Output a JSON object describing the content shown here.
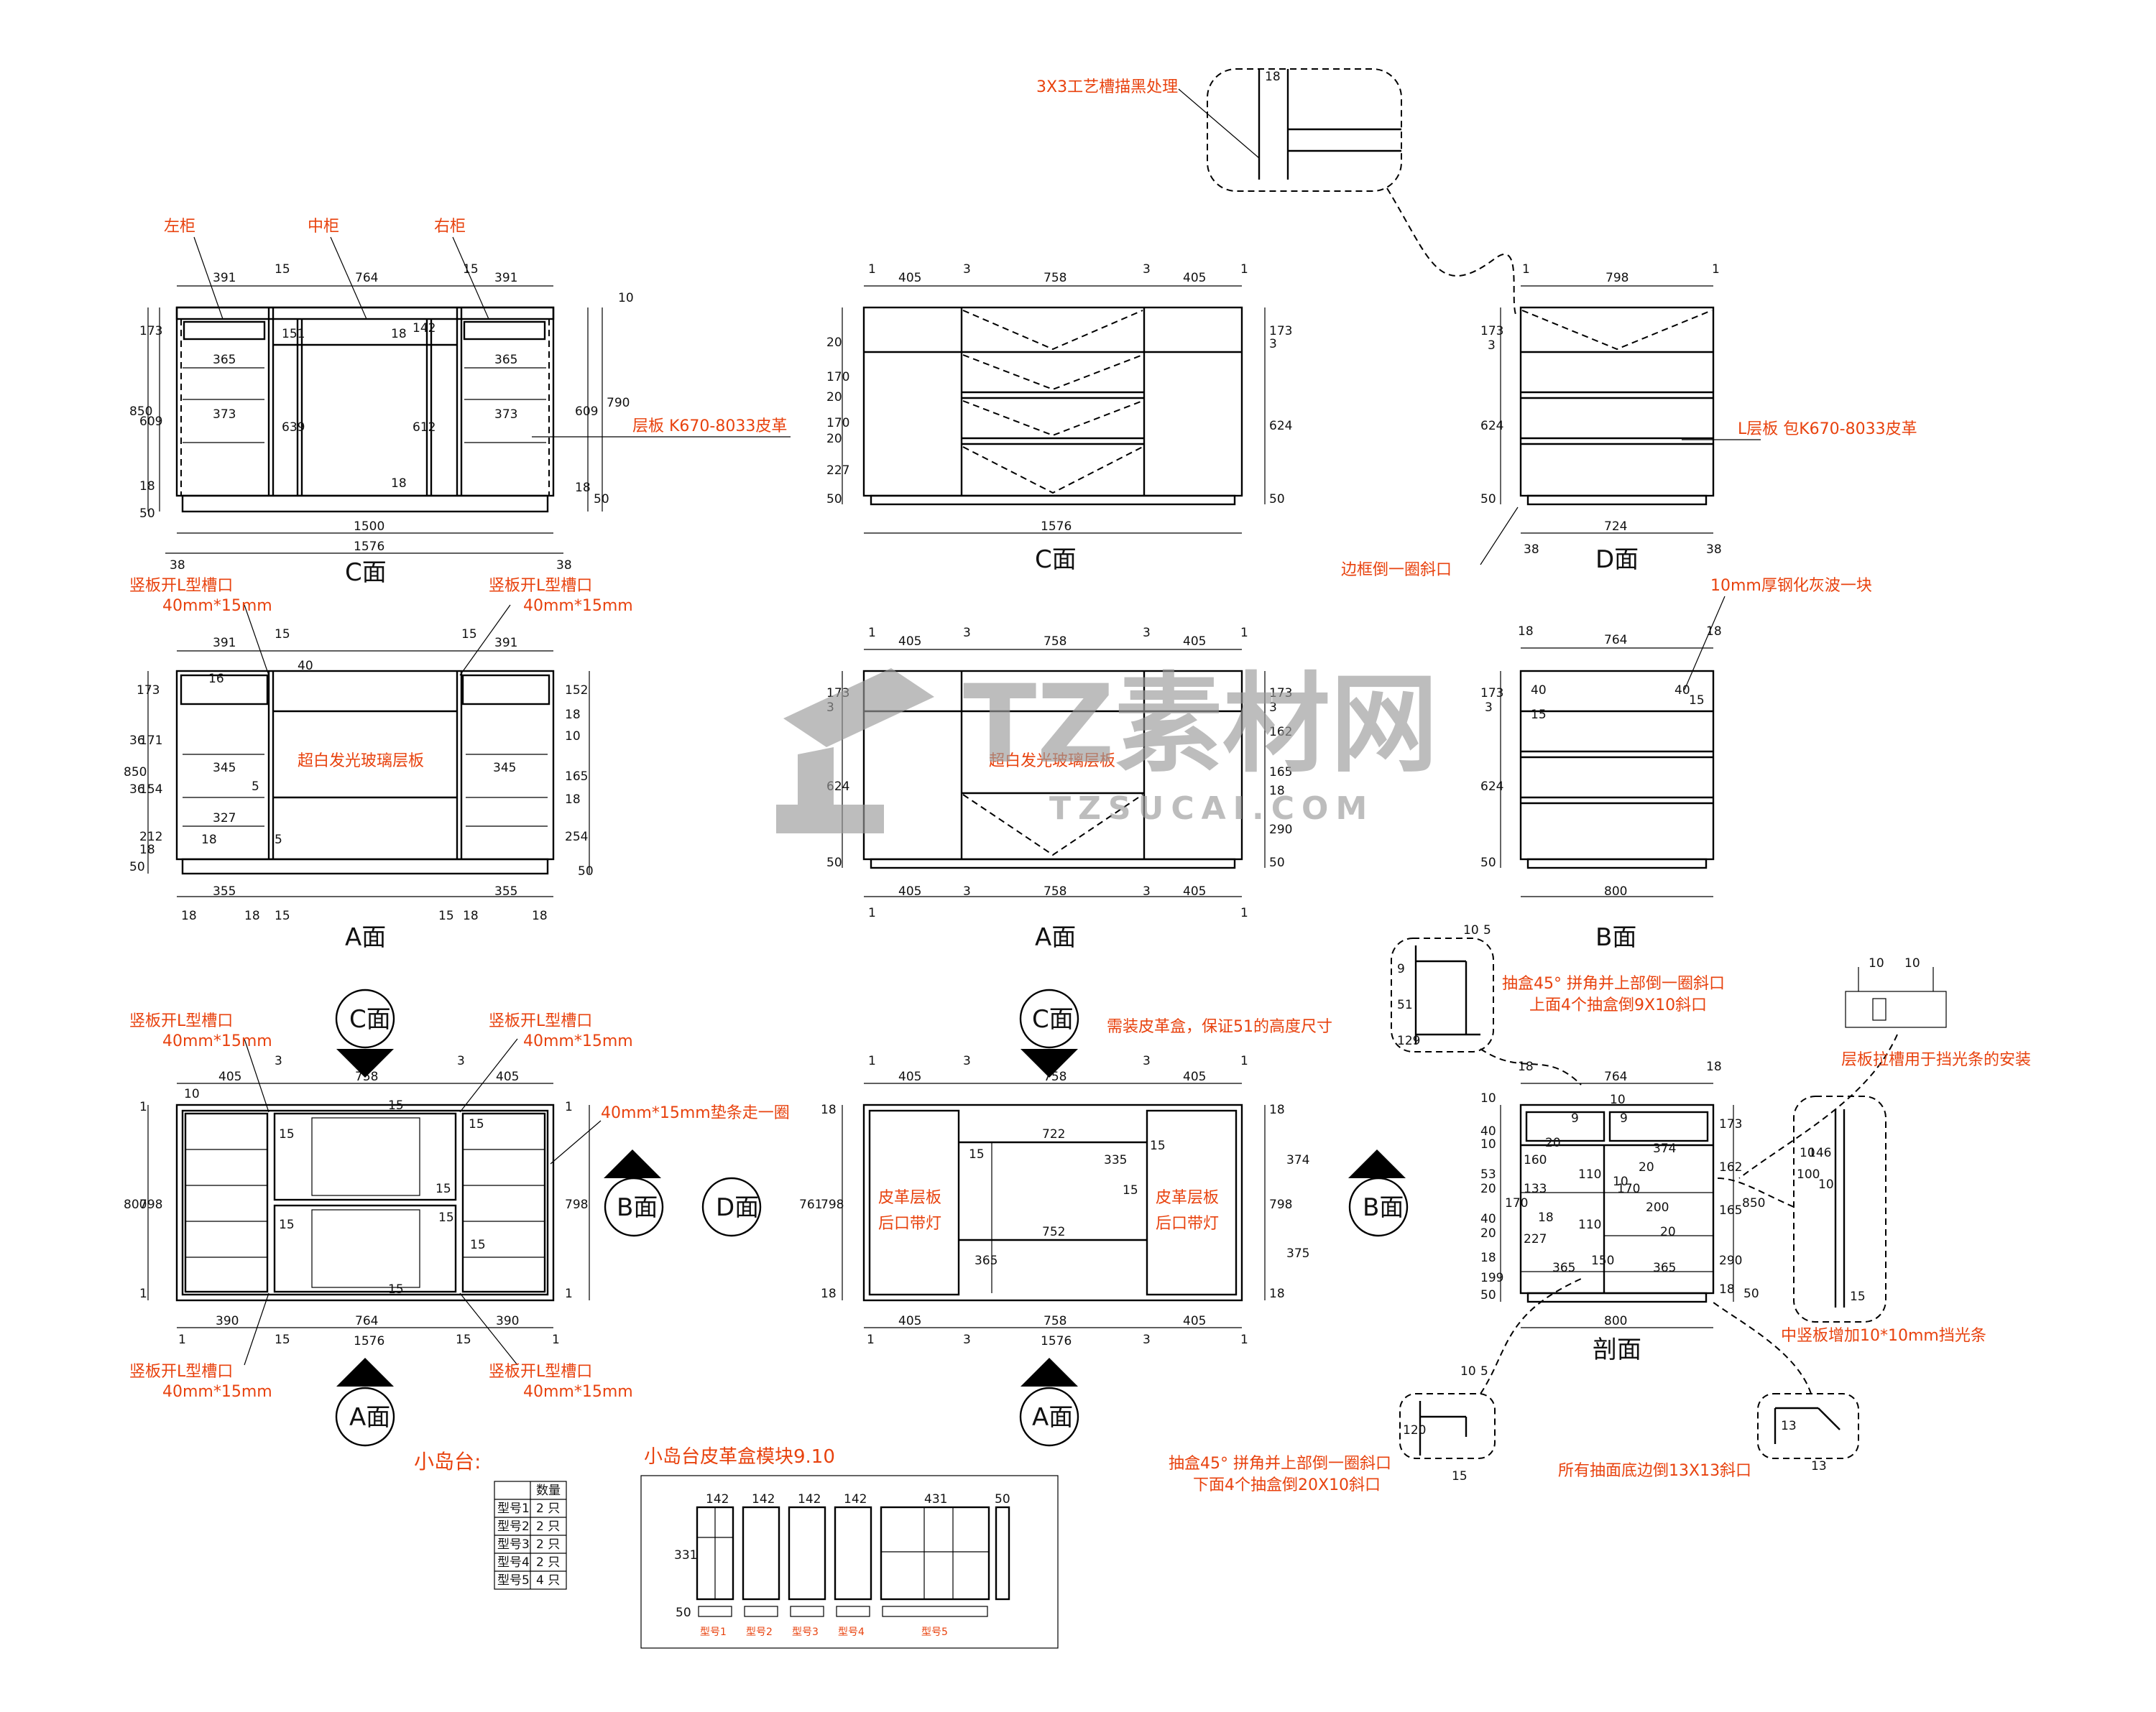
{
  "notes": {
    "left_cab": "左柜",
    "mid_cab": "中柜",
    "right_cab": "右柜",
    "groove": "3X3工艺槽描黑处理",
    "shelf_c": "层板 K670-8033皮革",
    "l_shelf": "L层板 包K670-8033皮革",
    "frame_chamfer": "边框倒一圈斜口",
    "tempered_glass": "10mm厚钢化灰波一块",
    "vboard_slot": "竖板开L型槽口",
    "slot_size": "40mm*15mm",
    "glass_shelf": "超白发光玻璃层板",
    "strip": "40mm*15mm垫条走一圈",
    "leather_box_note": "需装皮革盒，保证51的高度尺寸",
    "drawer_45_top": "抽盒45° 拼角并上部倒一圈斜口",
    "drawer_top4": "上面4个抽盒倒9X10斜口",
    "shelf_slot_note": "层板拉槽用于挡光条的安装",
    "leather_shelf": "皮革层板",
    "back_light": "后口带灯",
    "mid_vboard": "中竖板增加10*10mm挡光条",
    "drawer_45_bottom": "抽盒45° 拼角并上部倒一圈斜口",
    "drawer_bottom4": "下面4个抽盒倒20X10斜口",
    "drawer_face": "所有抽面底边倒13X13斜口"
  },
  "views": {
    "c1": "C面",
    "c2": "C面",
    "d": "D面",
    "a1": "A面",
    "a2": "A面",
    "b": "B面",
    "section": "剖面",
    "c_mark1": "C面",
    "c_mark2": "C面",
    "b_mark1": "B面",
    "d_mark": "D面",
    "b_mark2": "B面",
    "a_mark1": "A面",
    "a_mark2": "A面"
  },
  "island": {
    "title": "小岛台:",
    "table_header": [
      "",
      "数量"
    ],
    "rows": [
      [
        "型号1",
        "2 只"
      ],
      [
        "型号2",
        "2 只"
      ],
      [
        "型号3",
        "2 只"
      ],
      [
        "型号4",
        "2 只"
      ],
      [
        "型号5",
        "4 只"
      ]
    ]
  },
  "module": {
    "title": "小岛台皮革盒模块9.10",
    "widths": [
      "142",
      "142",
      "142",
      "142",
      "431",
      "50"
    ],
    "height": "331",
    "base": "50",
    "labels": [
      "型号1",
      "型号2",
      "型号3",
      "型号4",
      "型号5"
    ]
  },
  "watermark": {
    "main": "TZ素材网",
    "sub": "TZSUCAI.COM"
  },
  "dims": {
    "c1_top": [
      "391",
      "15",
      "764",
      "15",
      "391"
    ],
    "c1_bottom": [
      "1500",
      "1576",
      "38",
      "38"
    ],
    "c1_left": [
      "850",
      "173",
      "609",
      "18",
      "50"
    ],
    "c1_right": [
      "790",
      "609",
      "50",
      "18",
      "10"
    ],
    "c1_inner": [
      "365",
      "373",
      "365",
      "373",
      "151",
      "639",
      "612",
      "142",
      "18",
      "18"
    ],
    "c2_top": [
      "405",
      "3",
      "758",
      "3",
      "405",
      "1",
      "1"
    ],
    "c2_bottom": [
      "1576"
    ],
    "c2_left": [
      "20",
      "170",
      "20",
      "170",
      "20",
      "227",
      "50"
    ],
    "c2_right": [
      "173",
      "3",
      "624",
      "50"
    ],
    "d_top": [
      "798",
      "1",
      "1"
    ],
    "d_bottom": [
      "724",
      "38",
      "38"
    ],
    "d_left": [
      "173",
      "3",
      "624",
      "50"
    ],
    "a1_top": [
      "391",
      "15",
      "15",
      "391",
      "40"
    ],
    "a1_bottom": [
      "355",
      "355",
      "18",
      "18",
      "15",
      "15",
      "18",
      "18"
    ],
    "a1_left": [
      "850",
      "173",
      "36",
      "171",
      "36",
      "154",
      "212",
      "50",
      "18"
    ],
    "a1_right": [
      "152",
      "18",
      "10",
      "165",
      "18",
      "254",
      "50"
    ],
    "a1_inner": [
      "345",
      "345",
      "327",
      "5",
      "5",
      "18",
      "16"
    ],
    "a2_top": [
      "405",
      "3",
      "758",
      "3",
      "405",
      "1",
      "1"
    ],
    "a2_bottom": [
      "405",
      "3",
      "758",
      "3",
      "405",
      "1",
      "1"
    ],
    "a2_left": [
      "173",
      "3",
      "624",
      "50"
    ],
    "a2_right": [
      "173",
      "3",
      "162",
      "165",
      "18",
      "290",
      "50"
    ],
    "b_top": [
      "764",
      "18",
      "18"
    ],
    "b_bottom": [
      "800"
    ],
    "b_left": [
      "173",
      "3",
      "624",
      "50"
    ],
    "b_inner": [
      "40",
      "15",
      "40",
      "15"
    ],
    "p1_top": [
      "405",
      "3",
      "758",
      "3",
      "405",
      "10"
    ],
    "p1_bottom": [
      "390",
      "15",
      "764",
      "15",
      "390",
      "1576",
      "1",
      "1"
    ],
    "p1_left": [
      "800",
      "798",
      "1",
      "1"
    ],
    "p1_right": [
      "798",
      "1",
      "1"
    ],
    "p1_inner": [
      "15",
      "15",
      "15",
      "15",
      "15",
      "15",
      "15",
      "15"
    ],
    "p2_top": [
      "405",
      "3",
      "758",
      "3",
      "405",
      "1",
      "1"
    ],
    "p2_bottom": [
      "405",
      "3",
      "758",
      "3",
      "405",
      "1576",
      "1",
      "1"
    ],
    "p2_left": [
      "798",
      "761",
      "18",
      "18"
    ],
    "p2_right": [
      "798",
      "374",
      "375",
      "18",
      "18"
    ],
    "p2_inner": [
      "722",
      "752",
      "335",
      "365",
      "15",
      "15",
      "15"
    ],
    "sec_top": [
      "764",
      "18",
      "18"
    ],
    "sec_bottom": [
      "800"
    ],
    "sec_left": [
      "10",
      "40",
      "10",
      "53",
      "20",
      "40",
      "20",
      "170",
      "18",
      "199",
      "50"
    ],
    "sec_right": [
      "173",
      "162",
      "165",
      "850",
      "290",
      "50",
      "18"
    ],
    "sec_inner": [
      "365",
      "365",
      "374",
      "200",
      "150",
      "110",
      "110",
      "160",
      "133",
      "170",
      "227",
      "9",
      "9",
      "10",
      "10",
      "20",
      "20",
      "20",
      "18"
    ],
    "det1": [
      "10",
      "5",
      "51",
      "9",
      "129"
    ],
    "det2": [
      "10",
      "10"
    ],
    "det3": [
      "10",
      "146",
      "10",
      "15",
      "100"
    ],
    "det4": [
      "10",
      "5",
      "120",
      "15"
    ],
    "det5": [
      "13",
      "13"
    ],
    "det_top": [
      "18"
    ]
  },
  "palette": {
    "line": "#000000",
    "note": "#e8420e",
    "watermark": "#9a9a9a"
  }
}
